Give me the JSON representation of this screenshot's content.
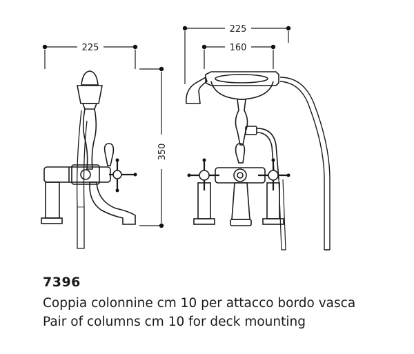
{
  "product": {
    "code": "7396",
    "description_it": "Coppia colonnine cm 10 per attacco bordo vasca",
    "description_en": "Pair of columns cm 10 for deck mounting"
  },
  "dimensions": {
    "left_width": "225",
    "right_width": "225",
    "handle_span": "160",
    "height": "350"
  }
}
